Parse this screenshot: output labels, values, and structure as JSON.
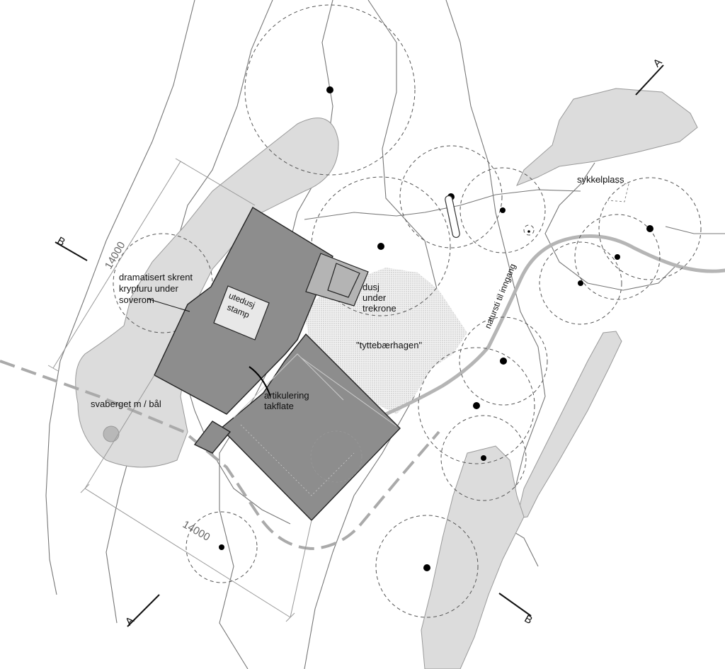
{
  "labels": {
    "dramatic_cliff": [
      "dramatisert skrent",
      "krypfuru under",
      "soverom"
    ],
    "outdoor_shower": [
      "utedusj",
      "stamp"
    ],
    "shower_under_crown": [
      "dusj",
      "under",
      "trekrone"
    ],
    "lingonberry_garden": "\"tyttebærhagen\"",
    "roof_articulation": [
      "artikulering",
      "takflate"
    ],
    "rock_with_fire": "svaberget m / bål",
    "bike_parking": "sykkelplass",
    "nature_path": "natursti til inngang"
  },
  "dimensions": {
    "side_a": "14000",
    "side_b": "14000"
  },
  "section_marks": {
    "a_top": "A",
    "a_bottom": "A",
    "b_left": "B",
    "b_bottom": "B"
  },
  "colors": {
    "rock": "#dcdcdc",
    "roof": "#8d8d8d",
    "path": "#b5b5b5",
    "garden": "#e6e6e6"
  }
}
